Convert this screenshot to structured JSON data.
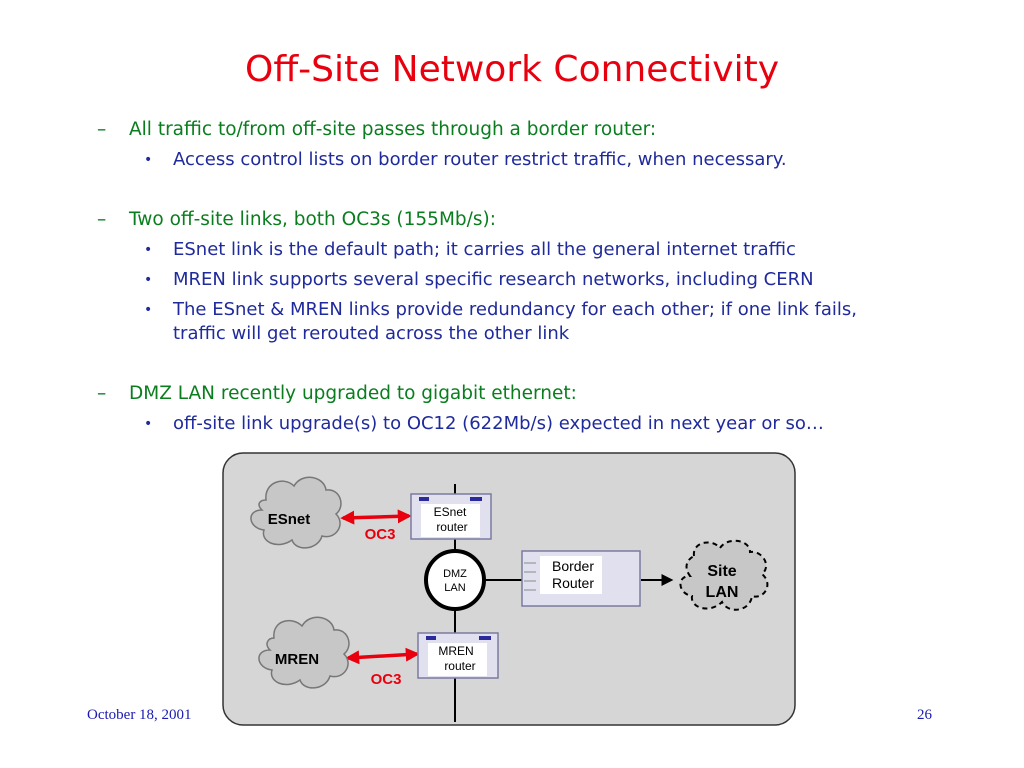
{
  "title": "Off-Site Network Connectivity",
  "bullets": [
    {
      "text": "All traffic to/from off-site passes through a border router:",
      "sub": [
        "Access control lists on border router restrict traffic, when necessary."
      ]
    },
    {
      "text": "Two off-site links, both OC3s (155Mb/s):",
      "sub": [
        "ESnet link is the default path; it carries all the general internet traffic",
        "MREN link supports several specific research networks, including CERN",
        [
          "The ESnet & MREN links provide redundancy for each other; if one link fails,",
          "traffic will get rerouted across the other link"
        ]
      ]
    },
    {
      "text": "DMZ LAN recently upgraded to gigabit ethernet:",
      "sub": [
        "off-site link upgrade(s) to OC12 (622Mb/s) expected in next year or so…"
      ]
    }
  ],
  "diagram": {
    "esnet_cloud": "ESnet",
    "mren_cloud": "MREN",
    "esnet_router": [
      "ESnet",
      "router"
    ],
    "mren_router": [
      "MREN",
      "router"
    ],
    "dmz_lan": [
      "DMZ",
      "LAN"
    ],
    "border_router": [
      "Border",
      "Router"
    ],
    "site_lan": [
      "Site",
      "LAN"
    ],
    "link_label_top": "OC3",
    "link_label_bottom": "OC3"
  },
  "footer": {
    "date": "October 18, 2001",
    "page": "26"
  },
  "colors": {
    "title": "#e8000e",
    "level1": "#0a7d1f",
    "level2": "#1f2a9c",
    "oc3_link": "#e8000e",
    "panel": "#d6d6d6"
  }
}
